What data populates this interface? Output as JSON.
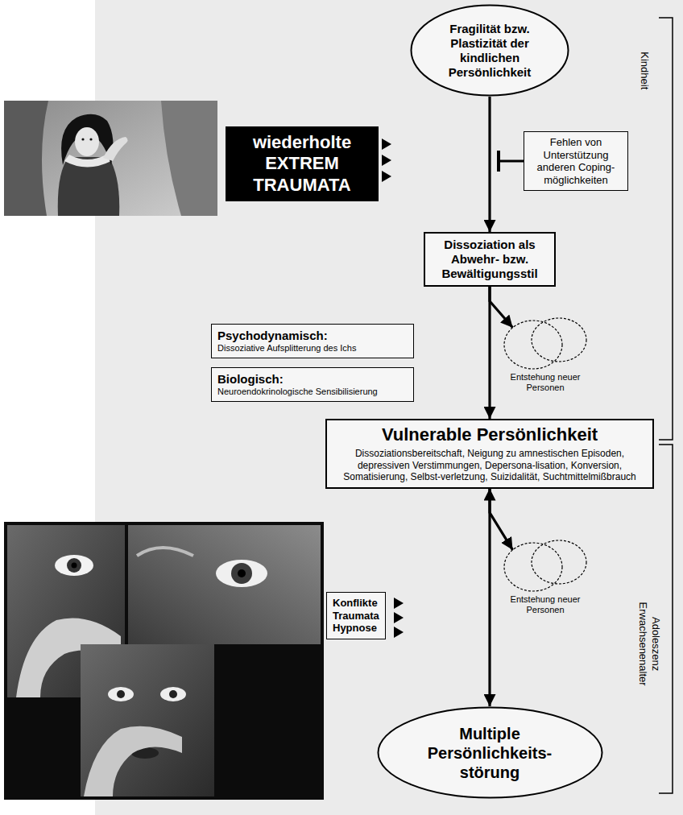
{
  "diagram": {
    "nodes": [
      {
        "text": [
          "Fragilität bzw. Plastizität der kindlichen Persönlichkeit"
        ]
      },
      {
        "text": [
          "wiederholte EXTREM TRAUMATA"
        ]
      },
      {
        "text": [
          "Fehlen von Unterstützung anderen Coping-möglichkeiten"
        ]
      },
      {
        "text": [
          "Dissoziation als Abwehr- bzw. Bewältigungsstil"
        ]
      },
      {
        "text": [
          "Psychodynamisch:",
          "Dissoziative Aufsplitterung des Ichs"
        ]
      },
      {
        "text": [
          "Biologisch:",
          "Neuroendokrinologische Sensibilisierung"
        ]
      },
      {
        "text": [
          "Entstehung neuer Personen"
        ]
      },
      {
        "text": [
          "Vulnerable Persönlichkeit",
          "Dissoziationsbereitschaft, Neigung zu amnestischen Episoden, depressiven Verstimmungen, Depersona-lisation, Konversion, Somatisierung, Selbst-verletzung, Suizidalität, Suchtmittelmißbrauch"
        ]
      },
      {
        "text": [
          "Konflikte Traumata Hypnose"
        ]
      },
      {
        "text": [
          "Entstehung neuer Personen"
        ]
      },
      {
        "text": [
          "Multiple Persönlichkeits-störung"
        ]
      }
    ],
    "edges": [
      {
        "from": 0,
        "to": 3,
        "arrow": "to"
      },
      {
        "from": 3,
        "to": 6,
        "arrow": "to"
      },
      {
        "from": 3,
        "to": 7,
        "arrow": "to"
      },
      {
        "from": 7,
        "to": 9,
        "arrow": "to"
      },
      {
        "from": 7,
        "to": 10,
        "arrow": "both"
      }
    ],
    "labels": [
      "Kindheit",
      "Adoleszenz Erwachsenenalter"
    ]
  }
}
